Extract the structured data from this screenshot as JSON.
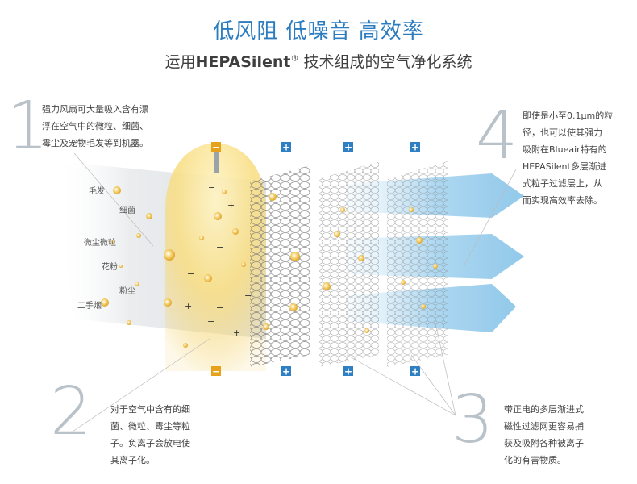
{
  "header": {
    "title": "低风阻 低噪音 高效率",
    "subtitle_prefix": "运用",
    "subtitle_brand": "HEPASilent",
    "subtitle_reg": "®",
    "subtitle_suffix": " 技术组成的空气净化系统"
  },
  "steps": [
    {
      "number": "1",
      "text_lines": [
        "强力风扇可大量吸入含有漂",
        "浮在空气中的微粒、细菌、",
        "霉尘及宠物毛发等到机器。"
      ]
    },
    {
      "number": "2",
      "text_lines": [
        "对于空气中含有的细",
        "菌、微粒、霉尘等粒",
        "子。负离子会放电使",
        "其离子化。"
      ]
    },
    {
      "number": "3",
      "text_lines": [
        "带正电的多层渐进式",
        "磁性过滤网更容易捕",
        "获及吸附各种被离子",
        "化的有害物质。"
      ]
    },
    {
      "number": "4",
      "text_lines": [
        "即使是小至0.1μm的粒",
        "径，也可以使其强力",
        "吸附在Blueair特有的",
        "HEPASilent多层渐进",
        "式粒子过滤层上，从",
        "而实现高效率去除。"
      ]
    }
  ],
  "particles": [
    {
      "label": "毛发"
    },
    {
      "label": "细菌"
    },
    {
      "label": "微尘微粒"
    },
    {
      "label": "花粉"
    },
    {
      "label": "粉尘"
    },
    {
      "label": "二手烟"
    }
  ],
  "charges": {
    "negative_symbol": "−",
    "positive_symbol": "+"
  },
  "colors": {
    "title_blue": "#2c7cc0",
    "ion_yellow": "#f5d36b",
    "charge_blue": "#2f7fc3",
    "charge_orange": "#e6a21b",
    "arrow_blue": "#8cc7ea",
    "number_gray": "#b9c2c9"
  }
}
